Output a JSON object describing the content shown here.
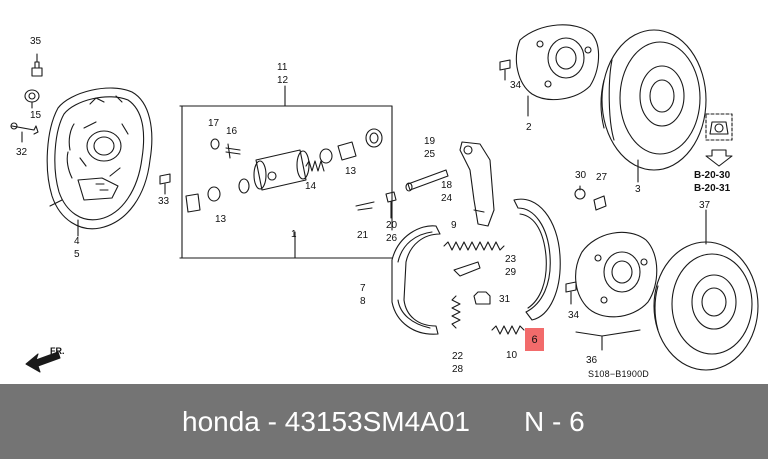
{
  "diagram": {
    "callouts": {
      "c35": "35",
      "c15": "15",
      "c32": "32",
      "c4": "4",
      "c5": "5",
      "c11": "11",
      "c12": "12",
      "c17": "17",
      "c16": "16",
      "c14": "14",
      "c13a": "13",
      "c33": "33",
      "c13b": "13",
      "c1": "1",
      "c19": "19",
      "c25": "25",
      "c18": "18",
      "c24": "24",
      "c21": "21",
      "c20": "20",
      "c26": "26",
      "c9": "9",
      "c23": "23",
      "c29": "29",
      "c31": "31",
      "c7": "7",
      "c8": "8",
      "c22": "22",
      "c28": "28",
      "c10": "10",
      "c34a": "34",
      "c2": "2",
      "c3": "3",
      "c30": "30",
      "c27": "27",
      "c34b": "34",
      "c36": "36",
      "c37": "37",
      "c6": "6"
    },
    "refs": {
      "r1": "B-20-30",
      "r2": "B-20-31"
    },
    "front_marker": "FR.",
    "drawing_code": "S108−B1900D"
  },
  "footer": {
    "part_text": "honda - 43153SM4A01",
    "ref_text": "N - 6"
  },
  "colors": {
    "highlight": "#f26b6b",
    "footer_bg": "#747474",
    "line": "#1a1a1a"
  }
}
